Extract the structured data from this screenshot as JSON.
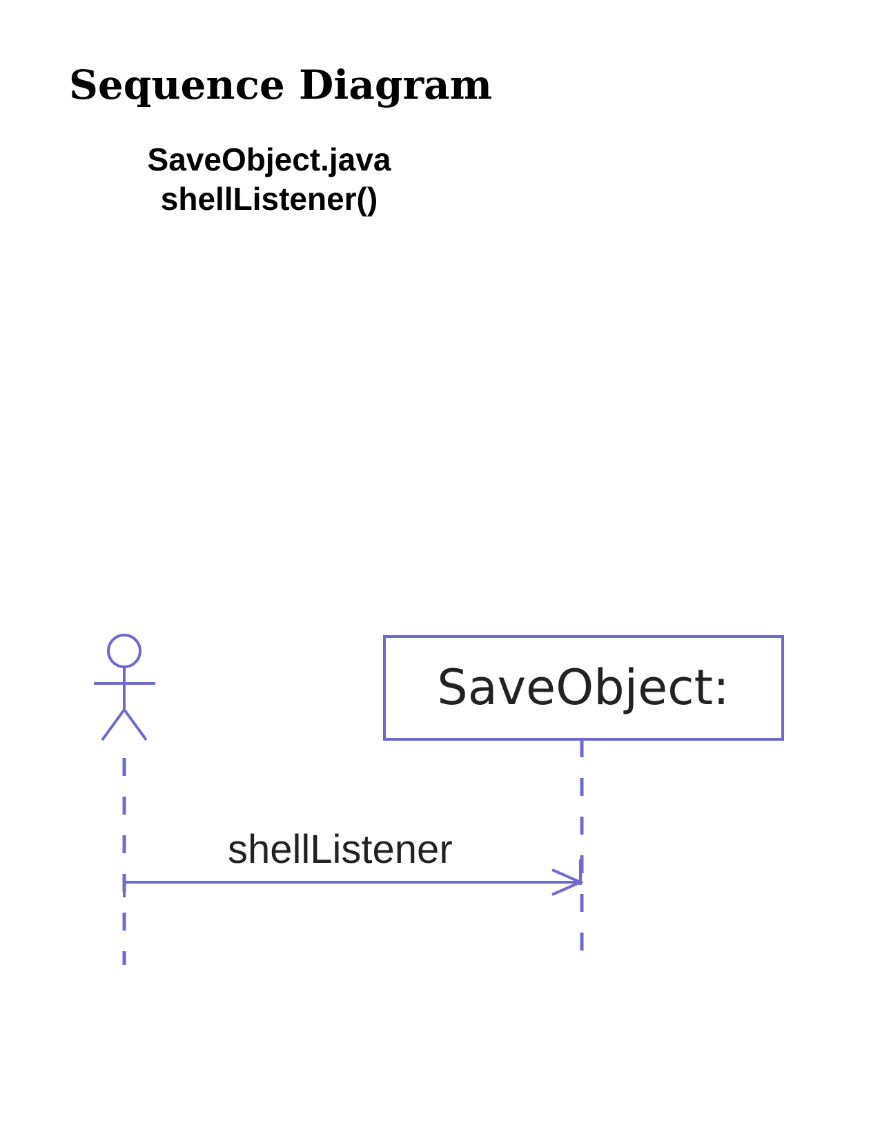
{
  "page": {
    "title": "Sequence Diagram",
    "subtitle_line1": "SaveObject.java",
    "subtitle_line2": "shellListener()"
  },
  "diagram": {
    "line_color": "#6b6bd0",
    "text_color": "#222222",
    "participants": [
      {
        "kind": "actor",
        "label": ""
      },
      {
        "kind": "object",
        "label": "SaveObject:"
      }
    ],
    "messages": [
      {
        "from": 0,
        "to": 1,
        "label": "shellListener",
        "arrow": "open"
      }
    ]
  }
}
